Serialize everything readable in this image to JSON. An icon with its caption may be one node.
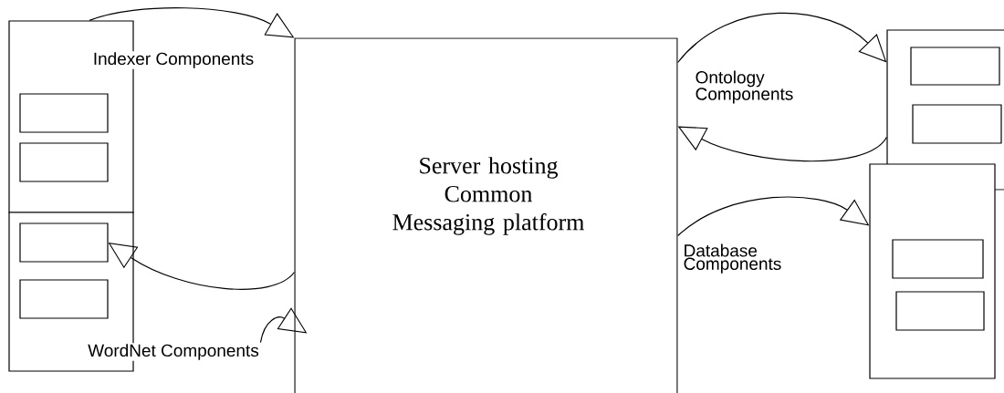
{
  "diagram": {
    "nodes": [
      {
        "text": [
          "Indexer Components"
        ]
      },
      {
        "text": [],
        "shape": "box",
        "in": 0
      },
      {
        "text": [],
        "shape": "box",
        "in": 0
      },
      {
        "text": [
          "WordNet Components"
        ]
      },
      {
        "text": [],
        "shape": "box",
        "in": 3
      },
      {
        "text": [],
        "shape": "box",
        "in": 3
      },
      {
        "text": [
          "Server hosting Common Messaging platform"
        ]
      },
      {
        "text": [],
        "shape": "box"
      },
      {
        "text": [],
        "shape": "box",
        "in": 7
      },
      {
        "text": [],
        "shape": "box",
        "in": 7
      },
      {
        "text": [],
        "shape": "box"
      },
      {
        "text": [],
        "shape": "box",
        "in": 10
      },
      {
        "text": [],
        "shape": "box",
        "in": 10
      }
    ],
    "edges": [
      {
        "from": 0,
        "to": 6,
        "arrow": "to"
      },
      {
        "from": 6,
        "to": 4,
        "arrow": "to"
      },
      {
        "from": 3,
        "to": 6,
        "arrow": "to"
      },
      {
        "from": 6,
        "to": 7,
        "arrow": "to"
      },
      {
        "from": 7,
        "to": 6,
        "arrow": "to"
      },
      {
        "from": 6,
        "to": 10,
        "arrow": "to"
      }
    ],
    "labels": [
      "Ontology Components",
      "Database Components"
    ]
  }
}
